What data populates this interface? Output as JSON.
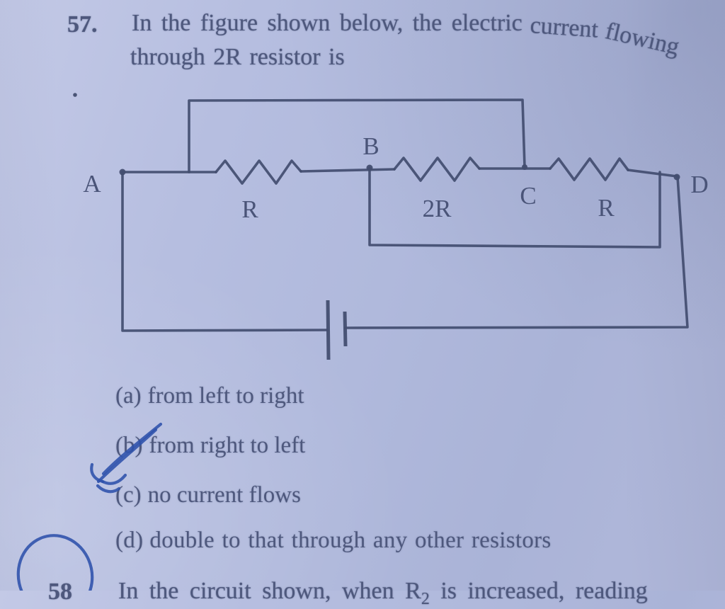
{
  "page": {
    "background_color": "#b2badc",
    "ink_color": "#4a5478",
    "pen_ink_color": "#2d51ab"
  },
  "question": {
    "number": "57.",
    "line1_main": "In the figure shown below, the electric",
    "line1_word2": "current",
    "line1_word3": "flowing",
    "line2": "through 2R resistor is"
  },
  "circuit": {
    "nodes": {
      "a": "A",
      "b": "B",
      "c": "C",
      "d": "D"
    },
    "resistors": {
      "left": "R",
      "middle": "2R",
      "right": "R"
    },
    "battery": "cell between A and D on bottom wire",
    "extra_wires": "plain wire from A-side to C (top), plain wire from B to D (bottom)"
  },
  "options": [
    {
      "label": "(a)",
      "text": "from left to right"
    },
    {
      "label": "(b)",
      "text": "from right to left",
      "annotation": "blue pen double-slash tick over label"
    },
    {
      "label": "(c)",
      "text": "no current flows"
    },
    {
      "label": "(d)",
      "text": "double to that through any other resistors"
    }
  ],
  "next_question": {
    "number": "58",
    "annotation": "blue pen circle around number, clipped at page bottom",
    "text_pre": "In the circuit shown, when R",
    "subscript": "2",
    "text_post": " is increased, reading"
  }
}
